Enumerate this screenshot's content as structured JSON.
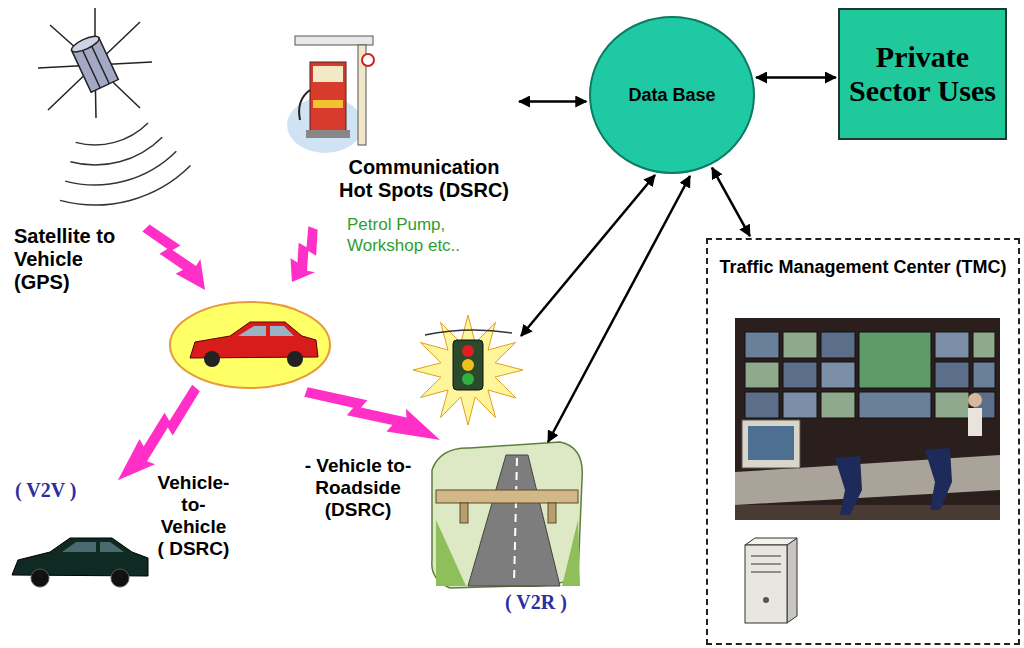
{
  "diagram": {
    "nodes": [
      {
        "text": [
          "Communication Hot Spots (DSRC)",
          "Petrol Pump, Workshop etc.."
        ]
      },
      {
        "text": [
          "Data Base"
        ]
      },
      {
        "text": [
          "Private Sector Uses"
        ]
      },
      {
        "text": [
          "Traffic Management Center (TMC)"
        ]
      }
    ],
    "edges": [
      {
        "from": 0,
        "to": 1,
        "arrow": "both"
      },
      {
        "from": 1,
        "to": 2,
        "arrow": "both"
      },
      {
        "from": 1,
        "to": 3,
        "arrow": "both"
      }
    ],
    "labels": [
      "Satellite to Vehicle (GPS)",
      "( V2V )",
      "Vehicle- to- Vehicle ( DSRC)",
      "- Vehicle to- Roadside (DSRC)",
      "( V2R )"
    ]
  }
}
